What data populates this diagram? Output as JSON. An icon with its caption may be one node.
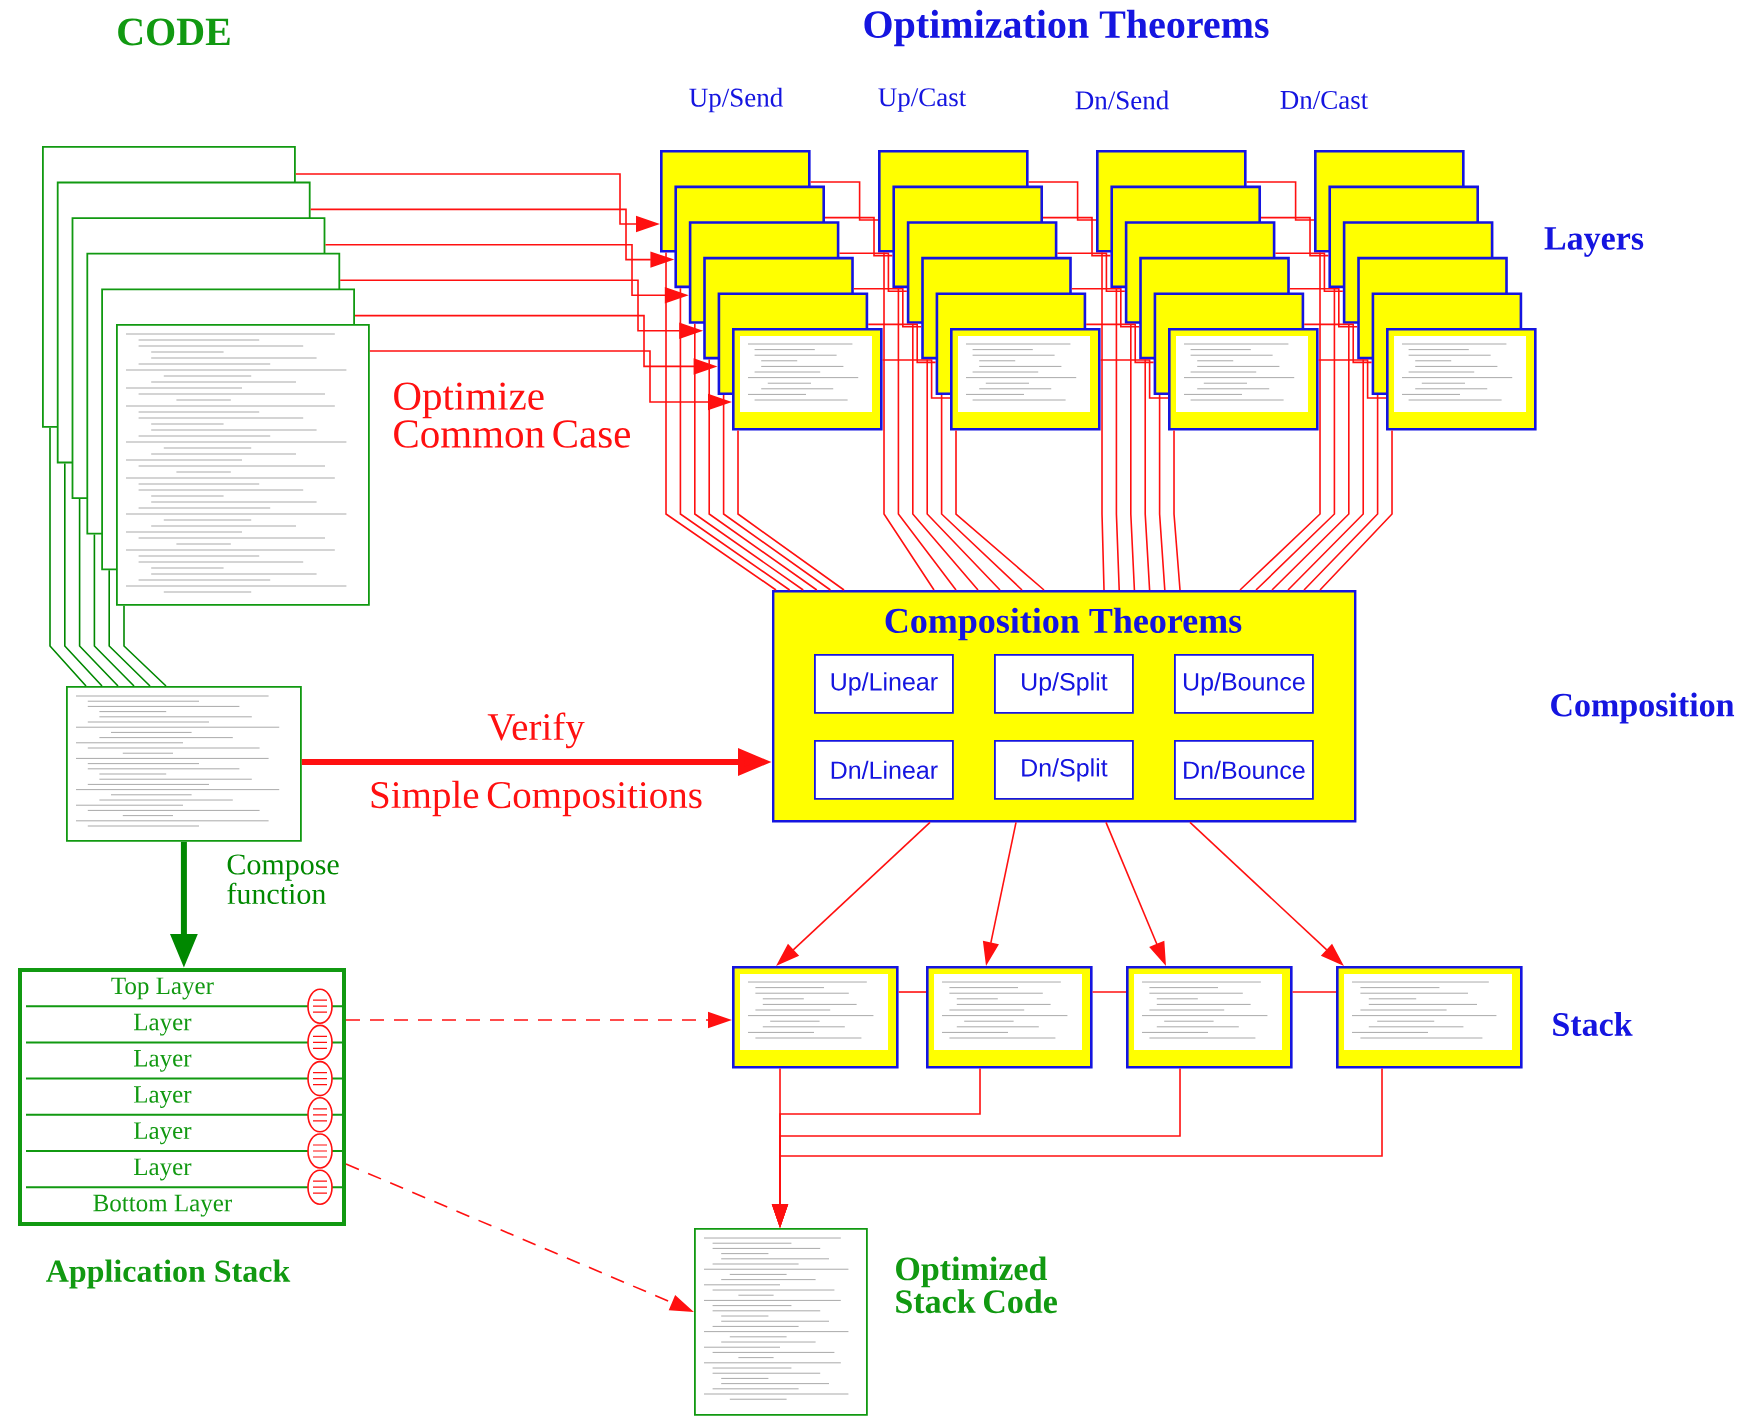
{
  "diagram": {
    "nodes": [
      {
        "text": [],
        "shape": "box"
      },
      {
        "text": [],
        "shape": "box"
      },
      {
        "text": [],
        "shape": "box"
      },
      {
        "text": [],
        "shape": "box"
      },
      {
        "text": [],
        "shape": "box"
      },
      {
        "text": [],
        "shape": "box"
      },
      {
        "text": [],
        "shape": "box"
      },
      {
        "text": [],
        "shape": "box"
      },
      {
        "text": [],
        "shape": "box"
      },
      {
        "text": [],
        "shape": "box"
      },
      {
        "text": [],
        "shape": "box"
      },
      {
        "text": [],
        "shape": "box"
      },
      {
        "text": [],
        "shape": "box"
      },
      {
        "text": [],
        "shape": "box"
      },
      {
        "text": [],
        "shape": "box"
      },
      {
        "text": [],
        "shape": "box"
      },
      {
        "text": [],
        "shape": "box"
      },
      {
        "text": [],
        "shape": "box"
      },
      {
        "text": [],
        "shape": "box"
      },
      {
        "text": [],
        "shape": "box"
      },
      {
        "text": [],
        "shape": "box"
      },
      {
        "text": [],
        "shape": "box"
      },
      {
        "text": [],
        "shape": "box"
      },
      {
        "text": [],
        "shape": "box"
      },
      {
        "text": [],
        "shape": "box"
      },
      {
        "text": [],
        "shape": "box"
      },
      {
        "text": [],
        "shape": "box"
      },
      {
        "text": [],
        "shape": "box"
      },
      {
        "text": [],
        "shape": "box"
      },
      {
        "text": [],
        "shape": "box"
      },
      {
        "text": [
          "Composition Theorems"
        ]
      },
      {
        "text": [
          "Up/Linear"
        ],
        "in": 30
      },
      {
        "text": [
          "Up/Split"
        ],
        "in": 30
      },
      {
        "text": [
          "Up/Bounce"
        ],
        "in": 30
      },
      {
        "text": [
          "Dn/Linear"
        ],
        "in": 30
      },
      {
        "text": [
          "Dn/Split"
        ],
        "in": 30
      },
      {
        "text": [
          "Dn/Bounce"
        ],
        "in": 30
      },
      {
        "text": [],
        "shape": "box"
      },
      {
        "text": [],
        "shape": "box"
      },
      {
        "text": [],
        "shape": "box"
      },
      {
        "text": [],
        "shape": "box"
      },
      {
        "text": [],
        "shape": "box"
      },
      {
        "text": [
          "Application Stack"
        ]
      },
      {
        "text": [
          "Top Layer"
        ],
        "in": 42
      },
      {
        "text": [
          "Layer"
        ],
        "in": 42
      },
      {
        "text": [
          "Layer"
        ],
        "in": 42
      },
      {
        "text": [
          "Layer"
        ],
        "in": 42
      },
      {
        "text": [
          "Layer"
        ],
        "in": 42
      },
      {
        "text": [
          "Layer"
        ],
        "in": 42
      },
      {
        "text": [
          "Bottom Layer"
        ],
        "in": 42
      },
      {
        "text": [],
        "shape": "box",
        "beside": [
          "Optimized Stack Code"
        ]
      }
    ],
    "edges": [
      {
        "from": 0,
        "to": 6,
        "arrow": "to"
      },
      {
        "from": 1,
        "to": 10,
        "arrow": "to"
      },
      {
        "from": 2,
        "to": 14,
        "arrow": "to"
      },
      {
        "from": 3,
        "to": 18,
        "arrow": "to"
      },
      {
        "from": 4,
        "to": 22,
        "arrow": "to"
      },
      {
        "from": 5,
        "to": 26,
        "arrow": "to"
      },
      {
        "from": 6,
        "to": 7,
        "arrow": "none"
      },
      {
        "from": 7,
        "to": 8,
        "arrow": "none"
      },
      {
        "from": 8,
        "to": 9,
        "arrow": "none"
      },
      {
        "from": 10,
        "to": 11,
        "arrow": "none"
      },
      {
        "from": 11,
        "to": 12,
        "arrow": "none"
      },
      {
        "from": 12,
        "to": 13,
        "arrow": "none"
      },
      {
        "from": 14,
        "to": 15,
        "arrow": "none"
      },
      {
        "from": 15,
        "to": 16,
        "arrow": "none"
      },
      {
        "from": 16,
        "to": 17,
        "arrow": "none"
      },
      {
        "from": 18,
        "to": 19,
        "arrow": "none"
      },
      {
        "from": 19,
        "to": 20,
        "arrow": "none"
      },
      {
        "from": 20,
        "to": 21,
        "arrow": "none"
      },
      {
        "from": 22,
        "to": 23,
        "arrow": "none"
      },
      {
        "from": 23,
        "to": 24,
        "arrow": "none"
      },
      {
        "from": 24,
        "to": 25,
        "arrow": "none"
      },
      {
        "from": 26,
        "to": 27,
        "arrow": "none"
      },
      {
        "from": 27,
        "to": 28,
        "arrow": "none"
      },
      {
        "from": 28,
        "to": 29,
        "arrow": "none"
      },
      {
        "from": 6,
        "to": 30,
        "arrow": "none"
      },
      {
        "from": 7,
        "to": 30,
        "arrow": "none"
      },
      {
        "from": 8,
        "to": 30,
        "arrow": "none"
      },
      {
        "from": 9,
        "to": 30,
        "arrow": "none"
      },
      {
        "from": 10,
        "to": 30,
        "arrow": "none"
      },
      {
        "from": 11,
        "to": 30,
        "arrow": "none"
      },
      {
        "from": 12,
        "to": 30,
        "arrow": "none"
      },
      {
        "from": 13,
        "to": 30,
        "arrow": "none"
      },
      {
        "from": 14,
        "to": 30,
        "arrow": "none"
      },
      {
        "from": 15,
        "to": 30,
        "arrow": "none"
      },
      {
        "from": 16,
        "to": 30,
        "arrow": "none"
      },
      {
        "from": 17,
        "to": 30,
        "arrow": "none"
      },
      {
        "from": 18,
        "to": 30,
        "arrow": "none"
      },
      {
        "from": 19,
        "to": 30,
        "arrow": "none"
      },
      {
        "from": 20,
        "to": 30,
        "arrow": "none"
      },
      {
        "from": 21,
        "to": 30,
        "arrow": "none"
      },
      {
        "from": 22,
        "to": 30,
        "arrow": "none"
      },
      {
        "from": 23,
        "to": 30,
        "arrow": "none"
      },
      {
        "from": 24,
        "to": 30,
        "arrow": "none"
      },
      {
        "from": 25,
        "to": 30,
        "arrow": "none"
      },
      {
        "from": 26,
        "to": 30,
        "arrow": "none"
      },
      {
        "from": 27,
        "to": 30,
        "arrow": "none"
      },
      {
        "from": 28,
        "to": 30,
        "arrow": "none"
      },
      {
        "from": 29,
        "to": 30,
        "arrow": "none"
      },
      {
        "from": 0,
        "to": 37,
        "arrow": "none",
        "color": "#008800"
      },
      {
        "from": 1,
        "to": 37,
        "arrow": "none",
        "color": "#008800"
      },
      {
        "from": 2,
        "to": 37,
        "arrow": "none",
        "color": "#008800"
      },
      {
        "from": 3,
        "to": 37,
        "arrow": "none",
        "color": "#008800"
      },
      {
        "from": 4,
        "to": 37,
        "arrow": "none",
        "color": "#008800"
      },
      {
        "from": 5,
        "to": 37,
        "arrow": "none",
        "color": "#008800"
      },
      {
        "from": 37,
        "to": 30,
        "arrow": "to",
        "label": "Verify Simple Compositions",
        "style": "thick"
      },
      {
        "from": 37,
        "to": 42,
        "arrow": "to",
        "label": "Compose function",
        "style": "thick",
        "color": "#008800"
      },
      {
        "from": 30,
        "to": 38,
        "arrow": "to"
      },
      {
        "from": 30,
        "to": 39,
        "arrow": "to"
      },
      {
        "from": 30,
        "to": 40,
        "arrow": "to"
      },
      {
        "from": 30,
        "to": 41,
        "arrow": "to"
      },
      {
        "from": 38,
        "to": 39,
        "arrow": "none"
      },
      {
        "from": 39,
        "to": 40,
        "arrow": "none"
      },
      {
        "from": 40,
        "to": 41,
        "arrow": "none"
      },
      {
        "from": 38,
        "to": 50,
        "arrow": "to"
      },
      {
        "from": 39,
        "to": 50,
        "arrow": "to"
      },
      {
        "from": 40,
        "to": 50,
        "arrow": "to"
      },
      {
        "from": 41,
        "to": 50,
        "arrow": "to"
      },
      {
        "from": 42,
        "to": 38,
        "arrow": "to",
        "style": "dashed"
      },
      {
        "from": 42,
        "to": 50,
        "arrow": "to",
        "style": "dashed"
      }
    ],
    "labels": [
      "CODE",
      "Optimization Theorems",
      "Up/Send",
      "Up/Cast",
      "Dn/Send",
      "Dn/Cast",
      "Layers",
      "Optimize Common Case",
      "Composition",
      "Stack"
    ]
  }
}
